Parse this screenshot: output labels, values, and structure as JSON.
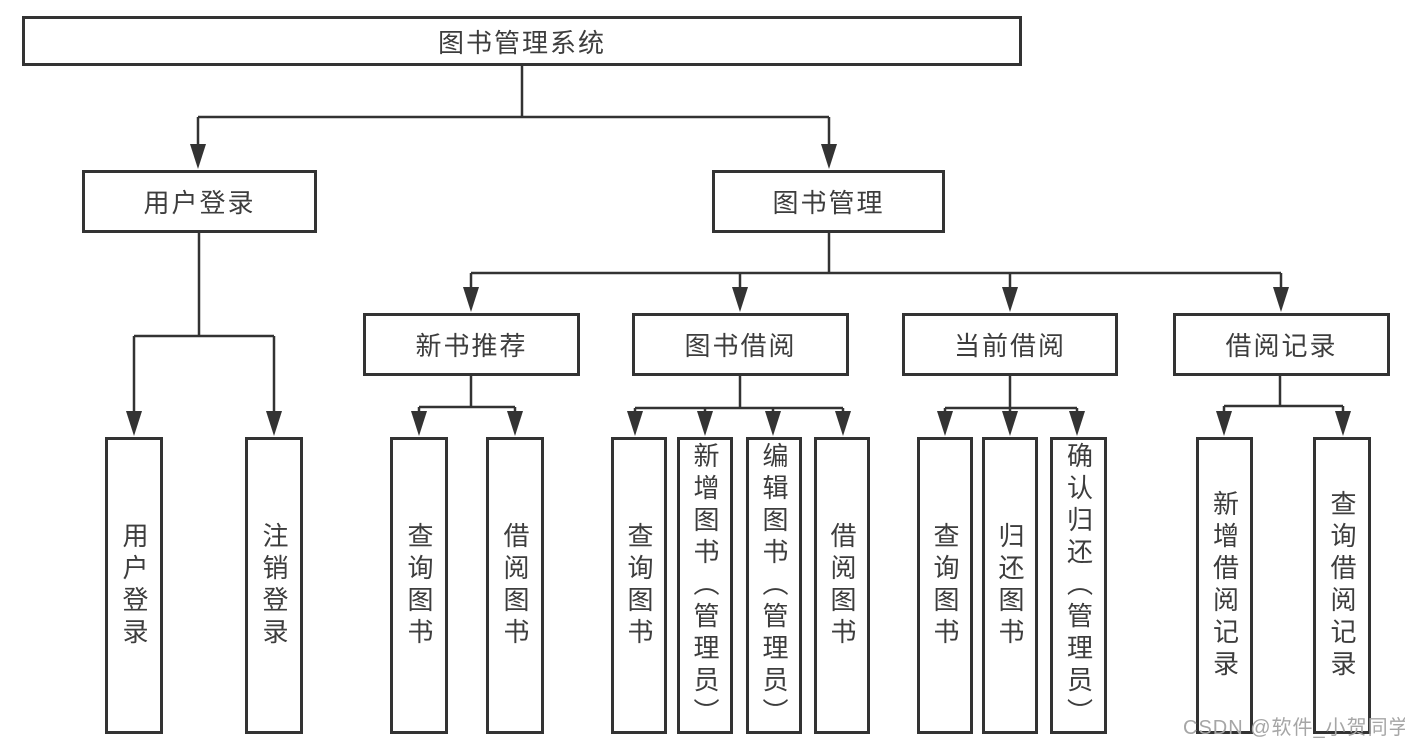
{
  "tree": {
    "root": {
      "label": "图书管理系统"
    },
    "children": [
      {
        "label": "用户登录",
        "children": [
          {
            "label": "用户登录"
          },
          {
            "label": "注销登录"
          }
        ]
      },
      {
        "label": "图书管理",
        "children": [
          {
            "label": "新书推荐",
            "children": [
              {
                "label": "查询图书"
              },
              {
                "label": "借阅图书"
              }
            ]
          },
          {
            "label": "图书借阅",
            "children": [
              {
                "label": "查询图书"
              },
              {
                "label": "新增图书（管理员）"
              },
              {
                "label": "编辑图书（管理员）"
              },
              {
                "label": "借阅图书"
              }
            ]
          },
          {
            "label": "当前借阅",
            "children": [
              {
                "label": "查询图书"
              },
              {
                "label": "归还图书"
              },
              {
                "label": "确认归还（管理员）"
              }
            ]
          },
          {
            "label": "借阅记录",
            "children": [
              {
                "label": "新增借阅记录"
              },
              {
                "label": "查询借阅记录"
              }
            ]
          }
        ]
      }
    ]
  },
  "watermark": "CSDN @软件_小贺同学",
  "colors": {
    "line": "#333333",
    "text": "#3d3d3d",
    "background": "#ffffff",
    "watermark": "#a6a6a6"
  }
}
